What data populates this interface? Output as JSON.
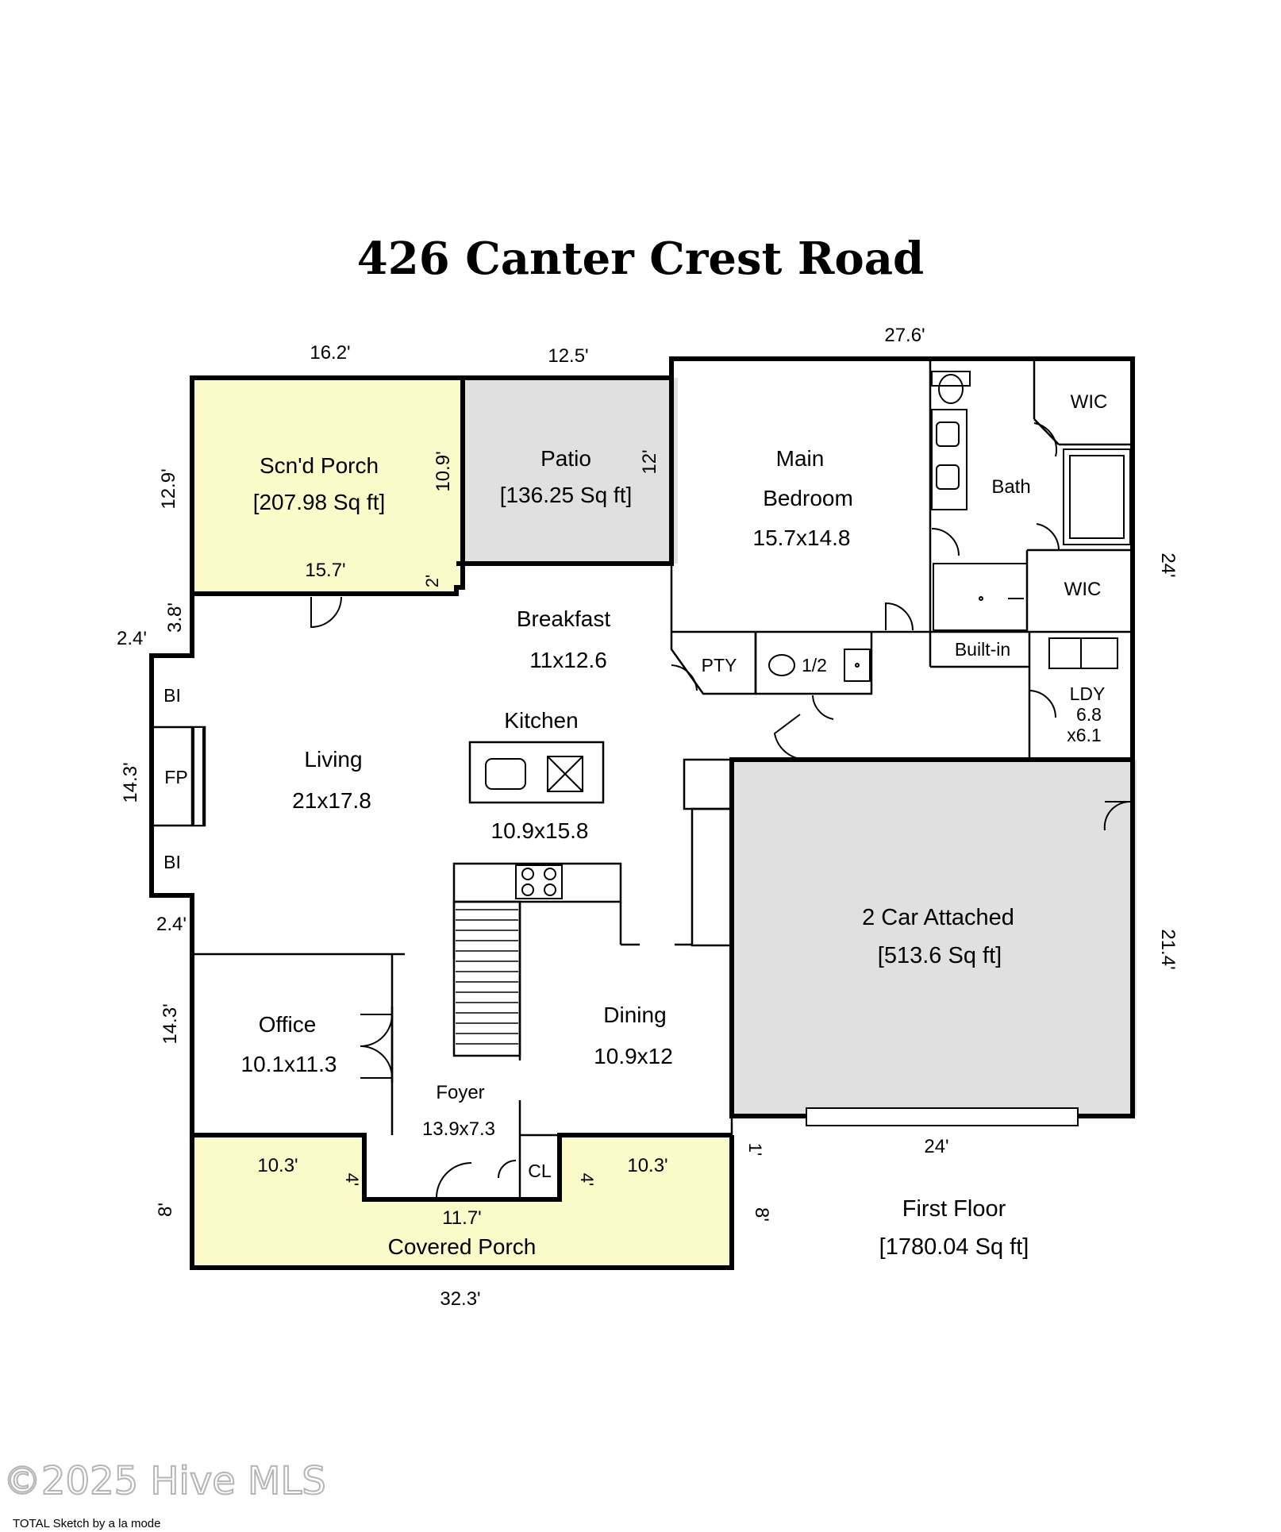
{
  "title": "426 Canter Crest Road",
  "colors": {
    "porch_fill": "#fbfbc9",
    "gray_fill": "#e0e0e0",
    "wall": "#000000",
    "watermark": "#b5b5b5"
  },
  "rooms": {
    "screened_porch": {
      "name": "Scn'd Porch",
      "area": "[207.98 Sq ft]"
    },
    "patio": {
      "name": "Patio",
      "area": "[136.25 Sq ft]"
    },
    "main_bedroom": {
      "name_line1": "Main",
      "name_line2": "Bedroom",
      "size": "15.7x14.8"
    },
    "bath": {
      "name": "Bath"
    },
    "wic_top": {
      "name": "WIC"
    },
    "wic_bottom": {
      "name": "WIC"
    },
    "built_in": {
      "name": "Built-in"
    },
    "breakfast": {
      "name": "Breakfast",
      "size": "11x12.6"
    },
    "pantry": {
      "name": "PTY"
    },
    "half_bath": {
      "name": "1/2"
    },
    "laundry": {
      "name": "LDY",
      "size_line1": "6.8",
      "size_line2": "x6.1"
    },
    "kitchen": {
      "name": "Kitchen",
      "size": "10.9x15.8"
    },
    "living": {
      "name": "Living",
      "size": "21x17.8"
    },
    "fireplace": {
      "name": "FP"
    },
    "built_in_upper": {
      "name": "BI"
    },
    "built_in_lower": {
      "name": "BI"
    },
    "garage": {
      "name": "2 Car Attached",
      "area": "[513.6 Sq ft]"
    },
    "office": {
      "name": "Office",
      "size": "10.1x11.3"
    },
    "dining": {
      "name": "Dining",
      "size": "10.9x12"
    },
    "foyer": {
      "name": "Foyer",
      "size": "13.9x7.3"
    },
    "closet": {
      "name": "CL"
    },
    "covered_porch": {
      "name": "Covered Porch"
    }
  },
  "dimensions": {
    "top_scnd_porch": "16.2'",
    "top_patio": "12.5'",
    "top_overall_right": "27.6'",
    "left_scnd_porch": "12.9'",
    "inner_scnd_porch_right": "10.9'",
    "patio_right": "12'",
    "scnd_porch_bottom": "15.7'",
    "scnd_porch_notch": "2'",
    "left_upper": "3.8'",
    "bump_top": "2.4'",
    "bump_left": "14.3'",
    "bump_bottom": "2.4'",
    "left_office": "14.3'",
    "right_upper": "24'",
    "right_garage": "21.4'",
    "garage_bottom": "24'",
    "garage_offset": "1'",
    "left_porch": "8'",
    "right_porch": "8'",
    "porch_left_width": "10.3'",
    "porch_right_width": "10.3'",
    "porch_left_depth": "4'",
    "porch_right_depth": "4'",
    "porch_center": "11.7'",
    "bottom_overall": "32.3'"
  },
  "summary": {
    "floor": "First Floor",
    "area": "[1780.04 Sq ft]"
  },
  "watermark": "©2025 Hive MLS",
  "credit": "TOTAL Sketch by a la mode"
}
